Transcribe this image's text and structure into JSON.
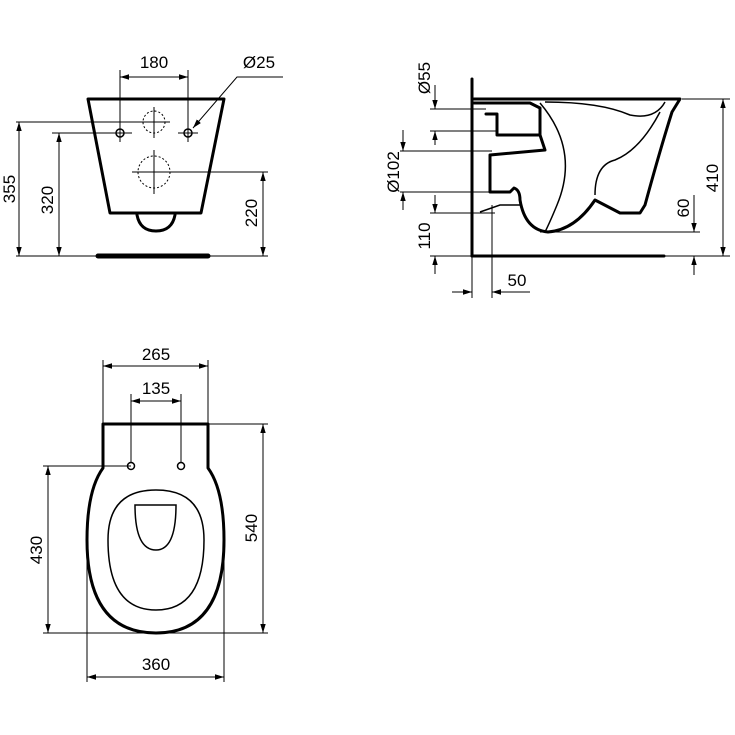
{
  "front_view": {
    "width_holes": "180",
    "hole_diameter": "Ø25",
    "height_total": "355",
    "height_holes": "320",
    "height_outlet": "220"
  },
  "side_view": {
    "inlet_diameter": "Ø55",
    "outlet_diameter": "Ø102",
    "height_outlet": "110",
    "wall_offset": "50",
    "bowl_clearance": "60",
    "height_total": "410"
  },
  "top_view": {
    "width_top": "265",
    "width_holes": "135",
    "length_holes": "430",
    "length_total": "540",
    "width_total": "360"
  },
  "colors": {
    "line": "#000000",
    "background": "#ffffff"
  }
}
